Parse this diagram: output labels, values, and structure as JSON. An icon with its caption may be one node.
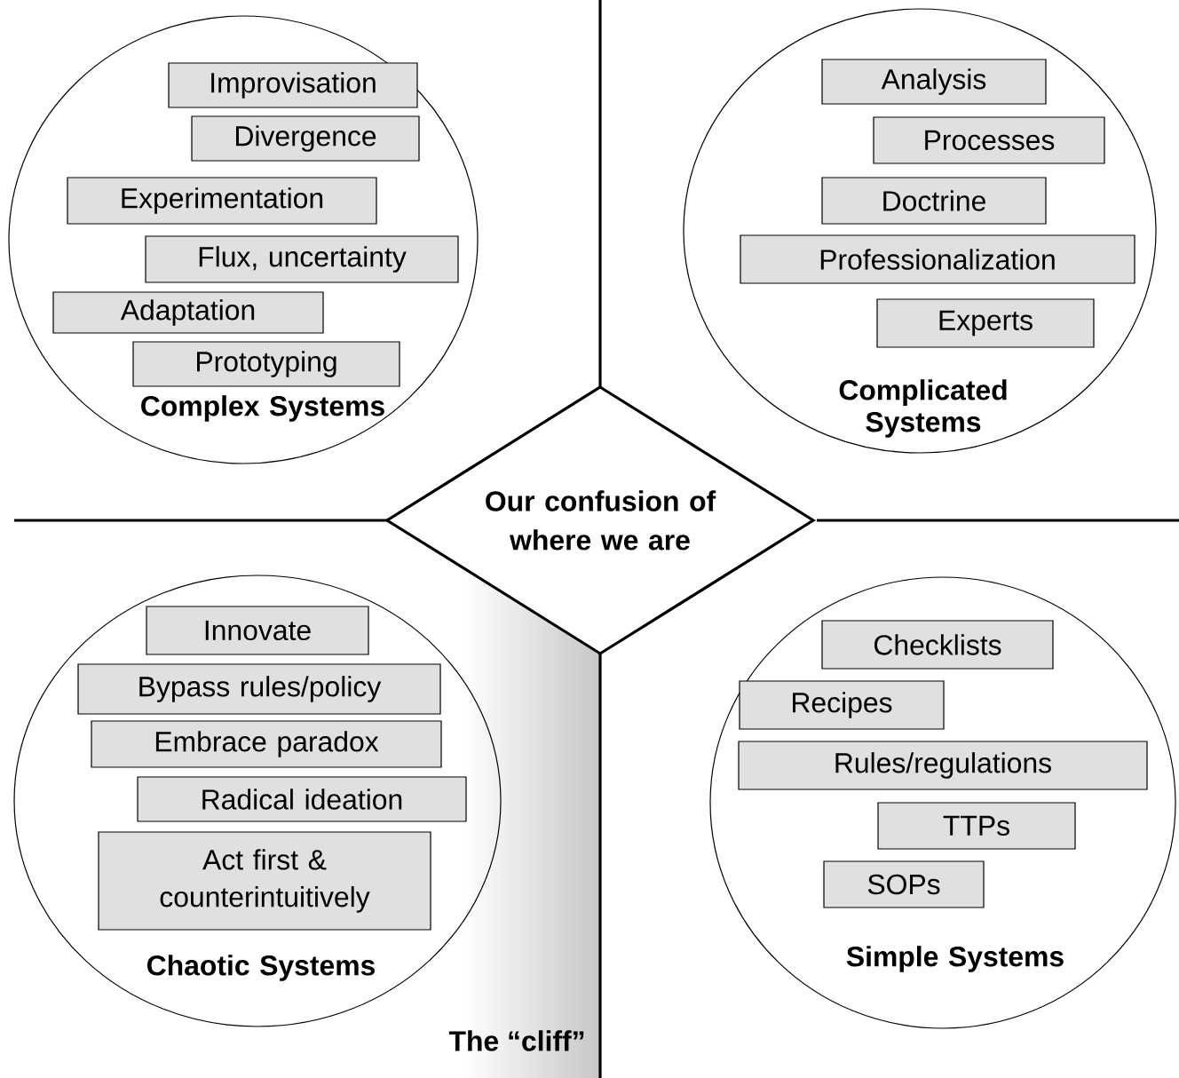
{
  "diagram": {
    "nodes": [
      {
        "text": [
          "Complex Systems"
        ]
      },
      {
        "text": [
          "Improvisation"
        ],
        "in": 0
      },
      {
        "text": [
          "Divergence"
        ],
        "in": 0
      },
      {
        "text": [
          "Experimentation"
        ],
        "in": 0
      },
      {
        "text": [
          "Flux, uncertainty"
        ],
        "in": 0
      },
      {
        "text": [
          "Adaptation"
        ],
        "in": 0
      },
      {
        "text": [
          "Prototyping"
        ],
        "in": 0
      },
      {
        "text": [
          "Complicated Systems"
        ]
      },
      {
        "text": [
          "Analysis"
        ],
        "in": 7
      },
      {
        "text": [
          "Processes"
        ],
        "in": 7
      },
      {
        "text": [
          "Doctrine"
        ],
        "in": 7
      },
      {
        "text": [
          "Professionalization"
        ],
        "in": 7
      },
      {
        "text": [
          "Experts"
        ],
        "in": 7
      },
      {
        "text": [
          "Our confusion of where we are"
        ]
      },
      {
        "text": [
          "Chaotic Systems"
        ]
      },
      {
        "text": [
          "Innovate"
        ],
        "in": 14
      },
      {
        "text": [
          "Bypass rules/policy"
        ],
        "in": 14
      },
      {
        "text": [
          "Embrace paradox"
        ],
        "in": 14
      },
      {
        "text": [
          "Radical ideation"
        ],
        "in": 14
      },
      {
        "text": [
          "Act first & counterintuitively"
        ],
        "in": 14
      },
      {
        "text": [
          "Simple Systems"
        ]
      },
      {
        "text": [
          "Checklists"
        ],
        "in": 20
      },
      {
        "text": [
          "Recipes"
        ],
        "in": 20
      },
      {
        "text": [
          "Rules/regulations"
        ],
        "in": 20
      },
      {
        "text": [
          "TTPs"
        ],
        "in": 20
      },
      {
        "text": [
          "SOPs"
        ],
        "in": 20
      }
    ],
    "labels": [
      "The “cliff”"
    ]
  }
}
